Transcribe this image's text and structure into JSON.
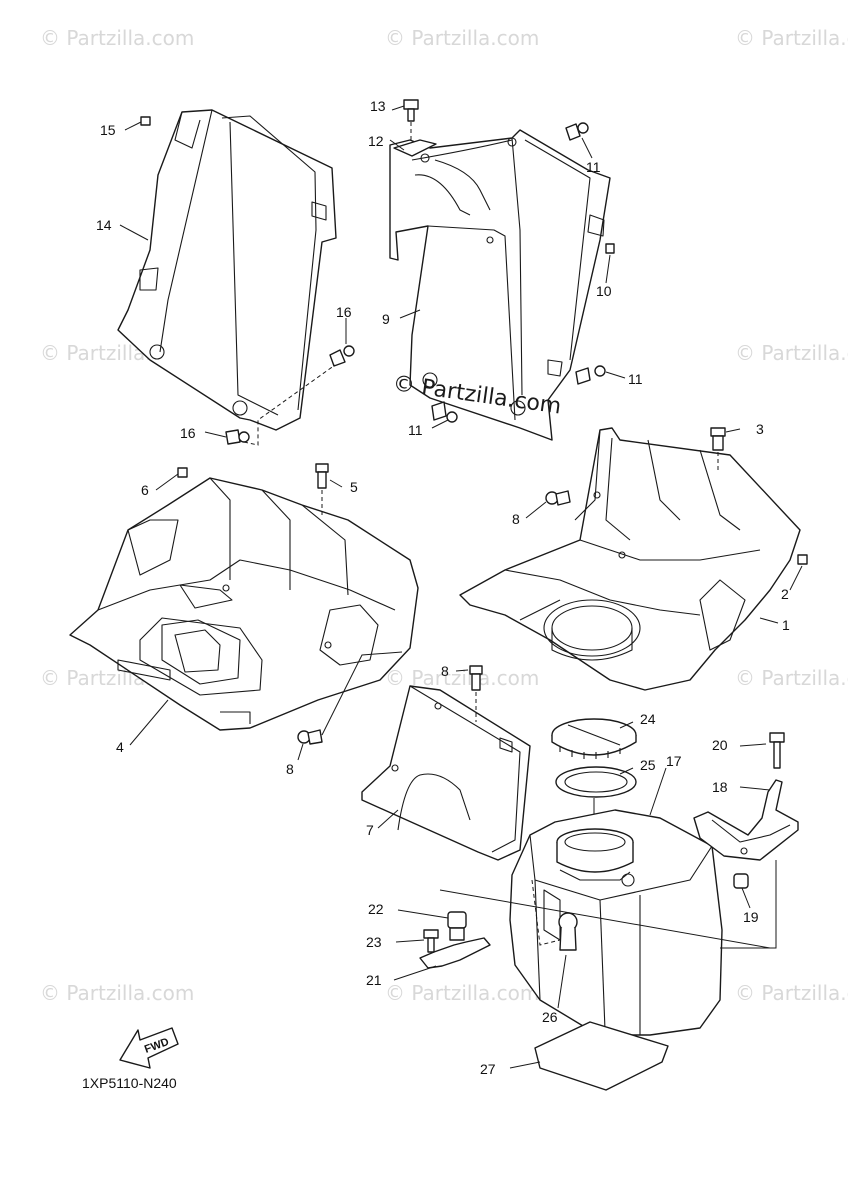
{
  "watermark": {
    "text": "© Partzilla.com",
    "center_text": "© Partzilla.com"
  },
  "diagram_code": "1XP5110-N240",
  "fwd_label": "FWD",
  "colors": {
    "line": "#1a1a1a",
    "watermark": "#d8d8d8",
    "background": "#ffffff"
  },
  "callouts": {
    "c1": "1",
    "c2": "2",
    "c3": "3",
    "c4": "4",
    "c5": "5",
    "c6": "6",
    "c7": "7",
    "c8a": "8",
    "c8b": "8",
    "c8c": "8",
    "c9": "9",
    "c10": "10",
    "c11a": "11",
    "c11b": "11",
    "c11c": "11",
    "c12": "12",
    "c13": "13",
    "c14": "14",
    "c15": "15",
    "c16a": "16",
    "c16b": "16",
    "c17": "17",
    "c18": "18",
    "c19": "19",
    "c20": "20",
    "c21": "21",
    "c22": "22",
    "c23": "23",
    "c24": "24",
    "c25": "25",
    "c26": "26",
    "c27": "27"
  }
}
